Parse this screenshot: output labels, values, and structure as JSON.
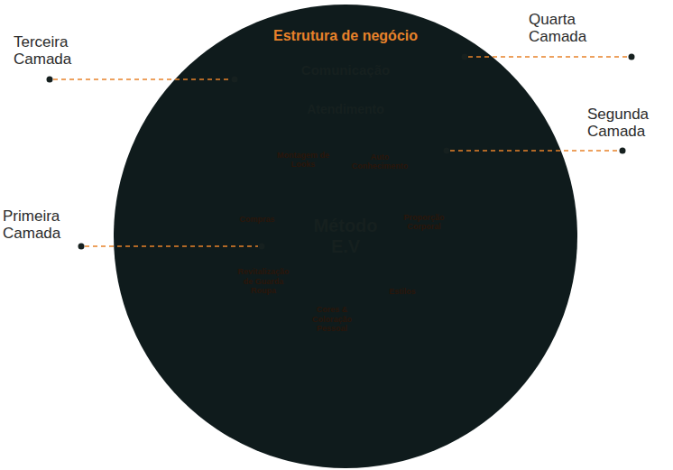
{
  "diagram": {
    "nodes": [
      {
        "text": [
          "Estrutura de negócio"
        ]
      },
      {
        "text": [
          "Comunicação"
        ],
        "in": 0
      },
      {
        "text": [
          "Atendimento"
        ],
        "in": 1
      },
      {
        "text": [
          "Método E.V"
        ],
        "in": 2
      },
      {
        "text": [
          "Montagem de Looks"
        ],
        "in": 2
      },
      {
        "text": [
          "Auto Conhecimento"
        ],
        "in": 2
      },
      {
        "text": [
          "Compras"
        ],
        "in": 2
      },
      {
        "text": [
          "Proporção Corporal"
        ],
        "in": 2
      },
      {
        "text": [
          "Revitalização de Guarda Roupa"
        ],
        "in": 2
      },
      {
        "text": [
          "Estilos"
        ],
        "in": 2
      },
      {
        "text": [
          "Cores & Coloração Pessoal"
        ],
        "in": 2
      }
    ],
    "labels": [
      "Quarta Camada",
      "Terceira Camada",
      "Segunda Camada",
      "Primeira Camada"
    ]
  }
}
